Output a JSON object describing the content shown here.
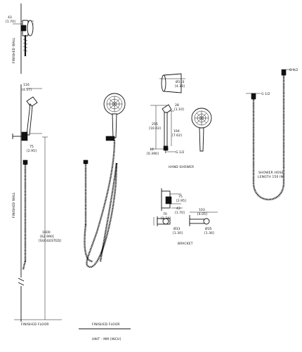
{
  "labels": {
    "finished_wall_top": "FINISHED WALL",
    "finished_wall_left": "FINISHED WALL",
    "finished_floor_left": "FINISHED FLOOR",
    "finished_floor_center": "FINISHED FLOOR",
    "unit": "UNIT - MM [INCH]",
    "hand_shower": "HAND SHOWER",
    "bracket": "BRACKET",
    "hose_title": "SHOWER HOSE",
    "hose_length": "LENGTH 150 IN."
  },
  "dims": {
    "top_43": "43",
    "top_43_in": "[1.70]",
    "left_116": "116",
    "left_116_in": "[4.57]",
    "left_75": "75",
    "left_75_in": "[2.95]",
    "left_1600": "1600",
    "left_1600_in": "[62.990]",
    "left_suggested": "[SUGGESTED]",
    "hs_110": "Ø110",
    "hs_110_in": "[4.33]",
    "hs_28": "28",
    "hs_28_in": "[1.10]",
    "hs_255": "255",
    "hs_255_in": "[10.03]",
    "hs_194": "194",
    "hs_194_in": "[7.62]",
    "hs_10": "10",
    "hs_10_in": "[0.390]",
    "hs_g12": "G 1/2",
    "br_75": "75",
    "br_75_in": "[2.95]",
    "br_43": "43",
    "br_43_in": "[1.70]",
    "br_70": "70",
    "br_70_in": "[2.74]",
    "br_103": "103",
    "br_103_in": "[4.05]",
    "br_33": "Ø33",
    "br_33_in": "[1.30]",
    "br_35": "Ø35",
    "br_35_in": "[1.36]",
    "hose_g12_left": "G 1/2",
    "hose_g12_right": "G 1/2"
  }
}
